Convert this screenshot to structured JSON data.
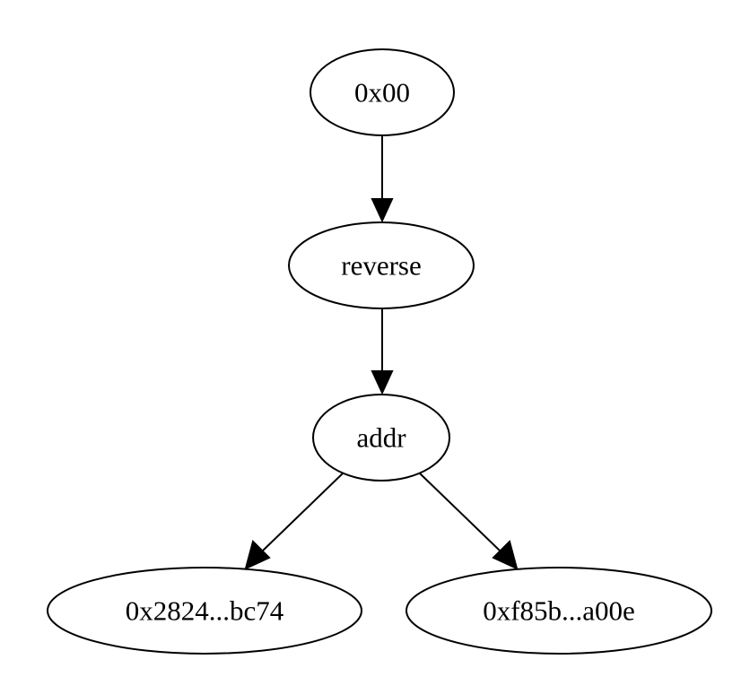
{
  "graph": {
    "nodes": [
      {
        "id": "n0",
        "label": "0x00"
      },
      {
        "id": "n1",
        "label": "reverse"
      },
      {
        "id": "n2",
        "label": "addr"
      },
      {
        "id": "n3",
        "label": "0x2824...bc74"
      },
      {
        "id": "n4",
        "label": "0xf85b...a00e"
      }
    ],
    "edges": [
      {
        "from": "n0",
        "to": "n1"
      },
      {
        "from": "n1",
        "to": "n2"
      },
      {
        "from": "n2",
        "to": "n3"
      },
      {
        "from": "n2",
        "to": "n4"
      }
    ]
  }
}
